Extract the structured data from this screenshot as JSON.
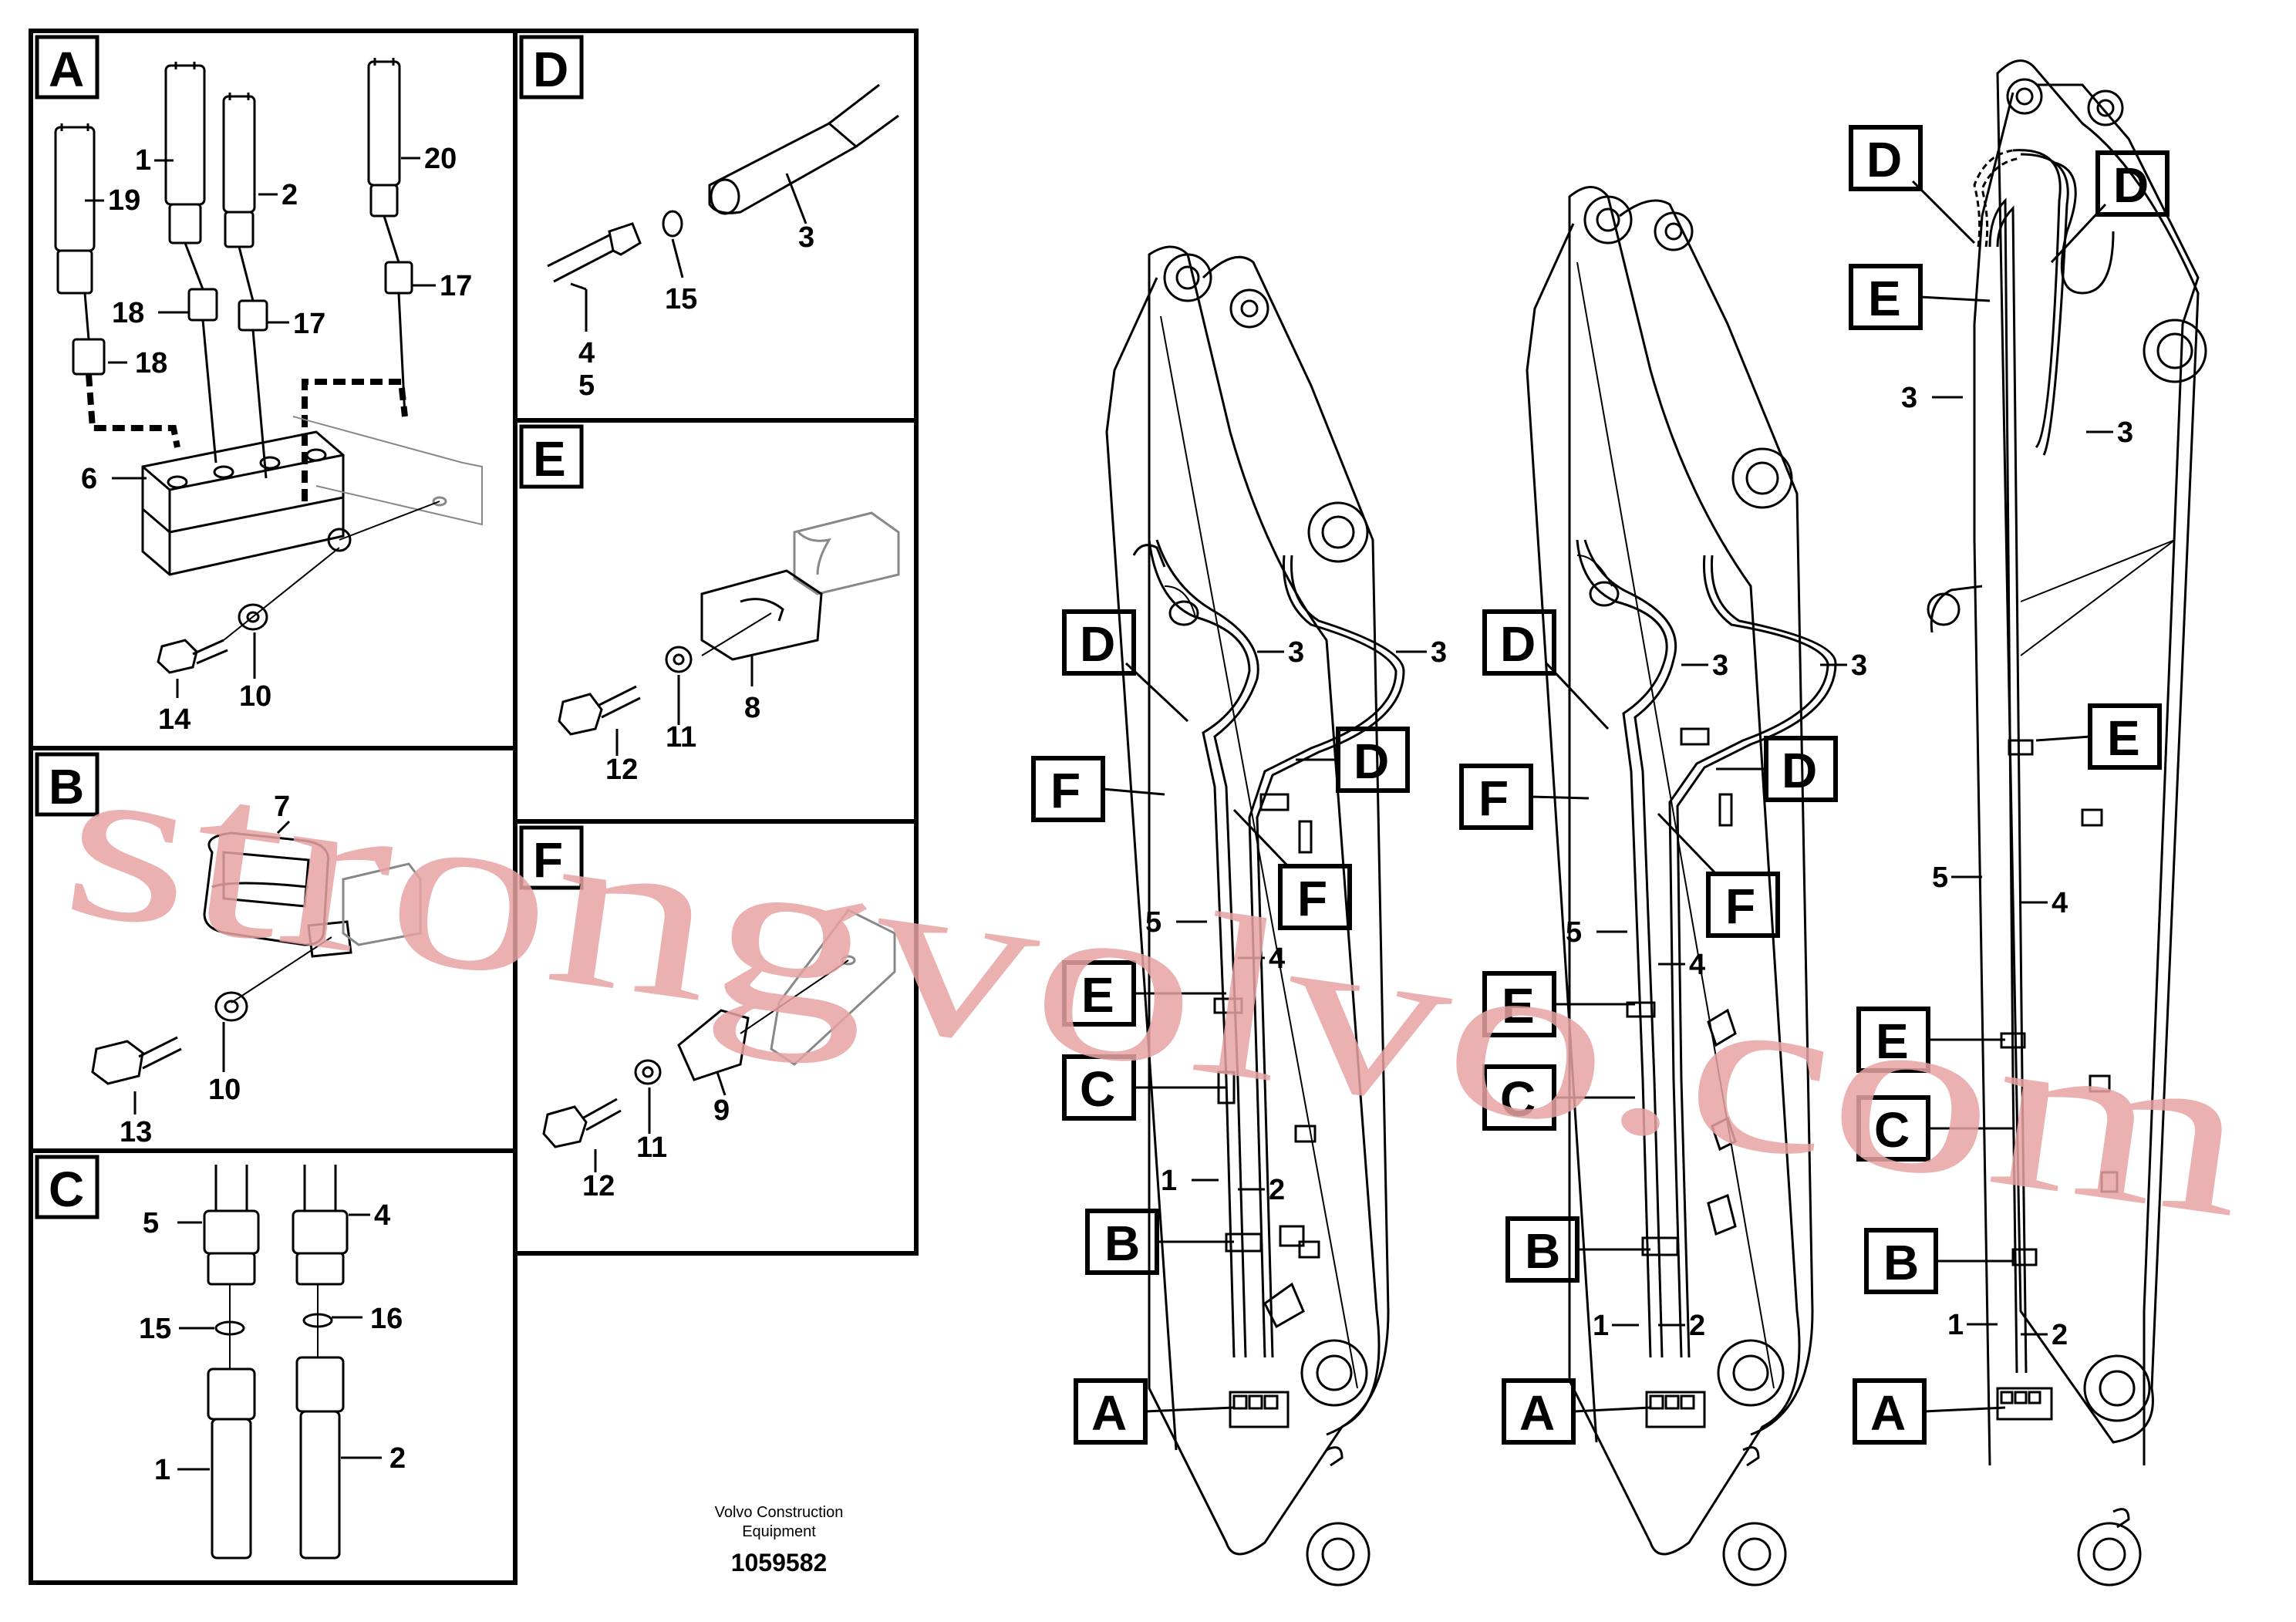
{
  "panels": [
    {
      "letter": "A",
      "labels": [
        "1",
        "2",
        "20",
        "19",
        "18",
        "17",
        "18",
        "17",
        "6",
        "14",
        "10"
      ]
    },
    {
      "letter": "B",
      "labels": [
        "7",
        "13",
        "10"
      ]
    },
    {
      "letter": "C",
      "labels": [
        "5",
        "4",
        "15",
        "16",
        "1",
        "2"
      ]
    },
    {
      "letter": "D",
      "labels": [
        "3",
        "15",
        "4",
        "5"
      ]
    },
    {
      "letter": "E",
      "labels": [
        "8",
        "12",
        "11"
      ]
    },
    {
      "letter": "F",
      "labels": [
        "9",
        "12",
        "11"
      ]
    }
  ],
  "booms": [
    {
      "callouts": [
        "D",
        "F",
        "D",
        "F",
        "E",
        "C",
        "B",
        "A"
      ],
      "parts": [
        "3",
        "3",
        "5",
        "4",
        "1",
        "2"
      ]
    },
    {
      "callouts": [
        "D",
        "F",
        "D",
        "F",
        "E",
        "C",
        "B",
        "A"
      ],
      "parts": [
        "3",
        "3",
        "5",
        "4",
        "1",
        "2"
      ]
    },
    {
      "callouts": [
        "D",
        "D",
        "E",
        "E",
        "E",
        "C",
        "B",
        "A"
      ],
      "parts": [
        "3",
        "3",
        "5",
        "4",
        "1",
        "2"
      ]
    }
  ],
  "footer": {
    "credit_line1": "Volvo Construction",
    "credit_line2": "Equipment",
    "doc_number": "1059582"
  },
  "watermark": "strongvolvo.com",
  "colors": {
    "line": "#000000",
    "watermark": "#e8a3a3"
  }
}
